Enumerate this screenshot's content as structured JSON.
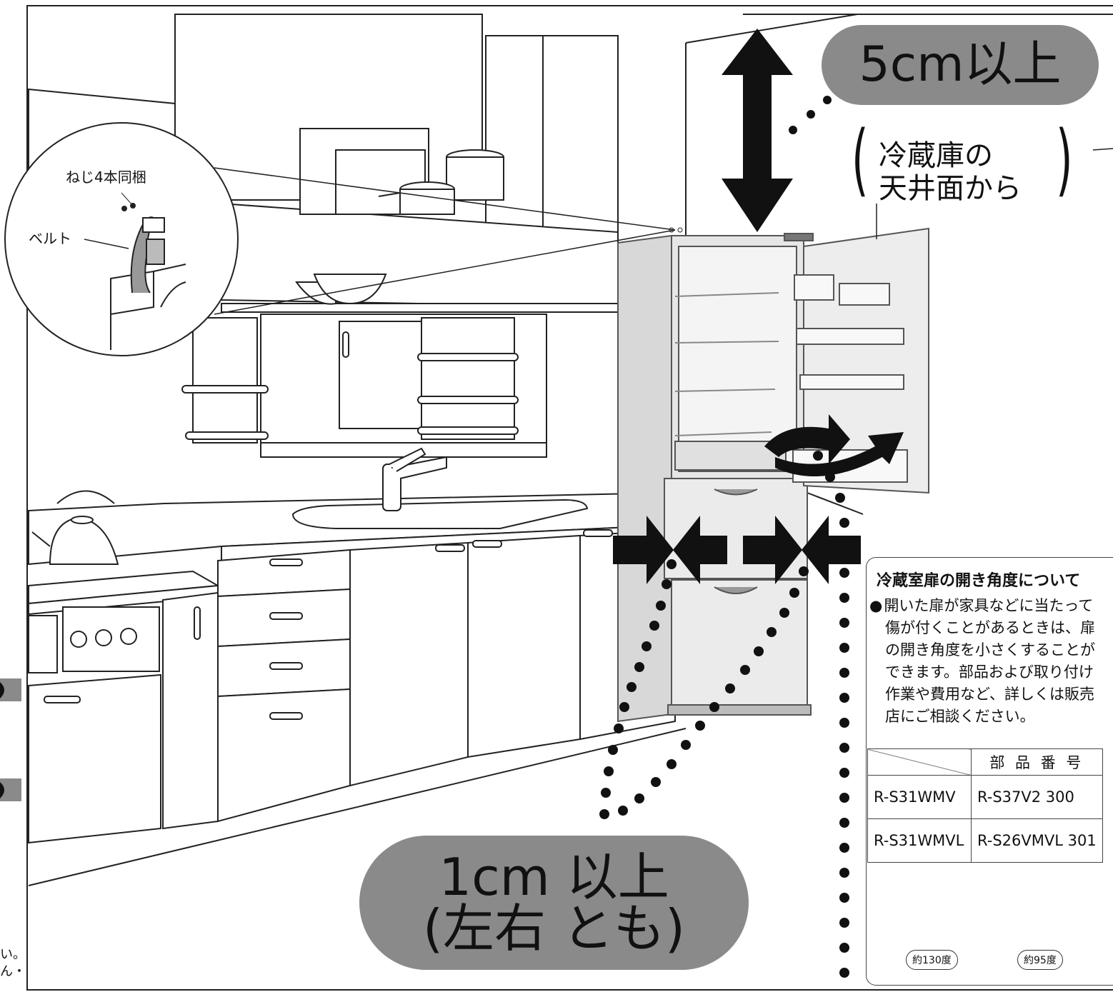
{
  "top_clearance": {
    "label": "5cm以上",
    "paren_line1": "冷蔵庫の",
    "paren_line2": "天井面から"
  },
  "side_clearance": {
    "line1": "1cm 以上",
    "line2": "(左右 とも)"
  },
  "callout": {
    "screws": "ねじ4本同梱",
    "belt": "ベルト"
  },
  "door_angle_note": {
    "title": "冷蔵室扉の開き角度について",
    "bullet": "●",
    "lines": [
      "開いた扉が家具などに当たって",
      "傷が付くことがあるときは、扉",
      "の開き角度を小さくすることが",
      "できます。部品および取り付け",
      "作業や費用など、詳しくは販売",
      "店にご相談ください。"
    ]
  },
  "parts_table": {
    "header": "部 品 番 号",
    "rows": [
      {
        "model": "R-S31WMV",
        "part": "R-S37V2 300"
      },
      {
        "model": "R-S31WMVL",
        "part": "R-S26VMVL 301"
      }
    ]
  },
  "angles": {
    "before": "約130度",
    "after": "約95度"
  },
  "edge_fragments": {
    "line1": "い。",
    "line2": "ん・"
  }
}
